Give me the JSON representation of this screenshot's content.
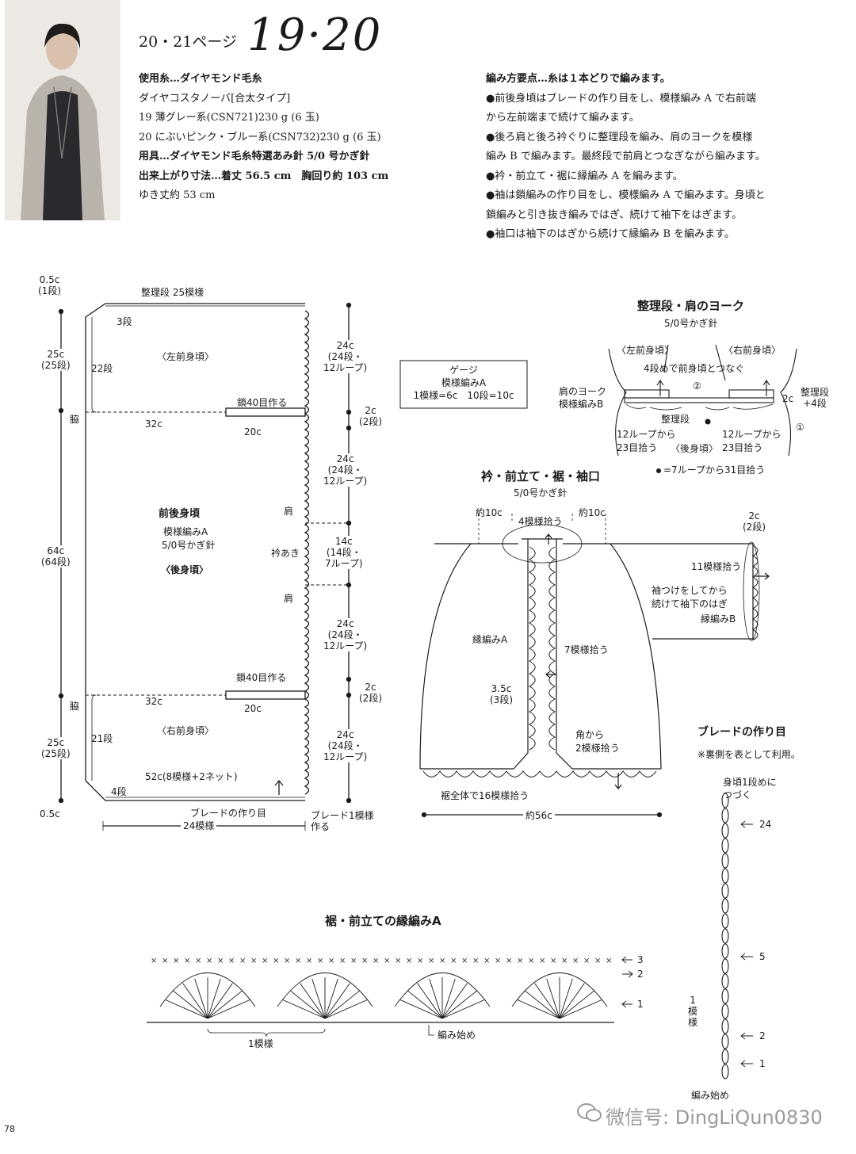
{
  "header": {
    "pages": "20・21ページ",
    "model": "19·20"
  },
  "materials": {
    "lines": [
      "使用糸…ダイヤモンド毛糸",
      "ダイヤコスタノーバ[合太タイプ]",
      "19  薄グレー系(CSN721)230 g (6 玉)",
      "20 にぶいピンク・ブルー系(CSN732)230 g (6 玉)",
      "用具…ダイヤモンド毛糸特選あみ針 5/0 号かぎ針",
      "出来上がり寸法…着丈 56.5 cm　胸回り約 103 cm",
      "ゆき丈約 53 cm"
    ]
  },
  "instructions": {
    "lines": [
      "編み方要点…糸は１本どりで編みます。",
      "●前後身頃はブレードの作り目をし、模様編み A で右前端",
      "から左前端まで続けて編みます。",
      "●後ろ肩と後ろ衿ぐりに整理段を編み、肩のヨークを模様",
      "編み B で編みます。最終段で前肩とつなぎながら編みます。",
      "●衿・前立て・裾に縁編み A を編みます。",
      "●袖は鎖編みの作り目をし、模様編み A で編みます。身頃と",
      "鎖編みと引き抜き編みではぎ、続けて袖下をはぎます。",
      "●袖口は袖下のはぎから続けて縁編み B を編みます。"
    ]
  },
  "body": {
    "top_rows": "整理段 25模様",
    "dim_top_a": "0.5c",
    "dim_top_b": "(1段)",
    "dim_25a": "25c",
    "dim_25a_b": "(25段)",
    "dim_64": "64c",
    "dim_64_b": "(64段)",
    "dim_25b": "25c",
    "dim_25b_b": "(25段)",
    "dim_bot": "0.5c",
    "rows3": "3段",
    "rows22": "22段",
    "left_front": "〈左前身頃〉",
    "side1": "脇",
    "w32a": "32c",
    "chain40a": "鎖40目作る",
    "w20a": "20c",
    "title": "前後身頃",
    "pattern": "模様編みA",
    "hook": "5/0号かぎ針",
    "back": "〈後身頃〉",
    "shoulder1": "肩",
    "neck": "衿あき",
    "shoulder2": "肩",
    "chain40b": "鎖40目作る",
    "side2": "脇",
    "w32b": "32c",
    "w20b": "20c",
    "rows21": "21段",
    "right_front": "〈右前身頃〉",
    "w52": "52c(8模様+2ネット)",
    "rows4": "4段",
    "braid_base": "ブレードの作り目",
    "braid_one_a": "ブレード1模様",
    "braid_one_b": "作る",
    "repeats24": "24模様",
    "r1a": "24c",
    "r1b": "(24段・",
    "r1c": "12ループ)",
    "r2a": "2c",
    "r2b": "(2段)",
    "r3a": "24c",
    "r3b": "(24段・",
    "r3c": "12ループ)",
    "r4a": "14c",
    "r4b": "(14段・",
    "r4c": "7ループ)",
    "r5a": "24c",
    "r5b": "(24段・",
    "r5c": "12ループ)",
    "r6a": "2c",
    "r6b": "(2段)",
    "r7a": "24c",
    "r7b": "(24段・",
    "r7c": "12ループ)"
  },
  "gauge": {
    "title": "ゲージ",
    "pattern": "模様編みA",
    "value": "1模様=6c　10段=10c"
  },
  "yoke": {
    "title": "整理段・肩のヨーク",
    "hook": "5/0号かぎ針",
    "left_front": "〈左前身頃〉",
    "right_front": "〈右前身頃〉",
    "join": "4段めで前身頃とつなぐ",
    "yoke_a": "肩のヨーク",
    "yoke_b": "模様編みB",
    "mark2": "②",
    "mark1": "①",
    "dim": "2c",
    "dim_note_a": "整理段",
    "dim_note_b": "+4段",
    "setup": "整理段",
    "pick_l_a": "12ループから",
    "pick_l_b": "23目拾う",
    "pick_r_a": "12ループから",
    "pick_r_b": "23目拾う",
    "back": "〈後身頃〉",
    "legend": "=7ループから31目拾う"
  },
  "edging": {
    "title": "衿・前立て・裾・袖口",
    "hook": "5/0号かぎ針",
    "approx10a": "約10c",
    "approx10b": "約10c",
    "pick4": "4模様拾う",
    "cuff_a": "2c",
    "cuff_b": "(2段)",
    "pick11": "11模様拾う",
    "sleeve_a": "袖つけをしてから",
    "sleeve_b": "続けて袖下のはぎ",
    "edge_b": "縁編みB",
    "edge_a": "縁編みA",
    "pick7": "7模様拾う",
    "w35a": "3.5c",
    "w35b": "(3段)",
    "corner_a": "角から",
    "corner_b": "2模様拾う",
    "hem": "裾全体で16模様拾う",
    "width": "約56c"
  },
  "braid": {
    "title": "ブレードの作り目",
    "note": "※裏側を表として利用。",
    "join_a": "身頃1段めに",
    "join_b": "つづく",
    "n24": "24",
    "n5": "5",
    "n2": "2",
    "n1": "1",
    "repeat_a": "1",
    "repeat_b": "模",
    "repeat_c": "様",
    "start": "編み始め"
  },
  "chart": {
    "title": "裾・前立ての縁編みA",
    "row3": "3",
    "row2": "2",
    "row1": "1",
    "repeat": "1模様",
    "start": "編み始め"
  },
  "footer": {
    "page": "78",
    "watermark": "微信号: DingLiQun0830"
  }
}
